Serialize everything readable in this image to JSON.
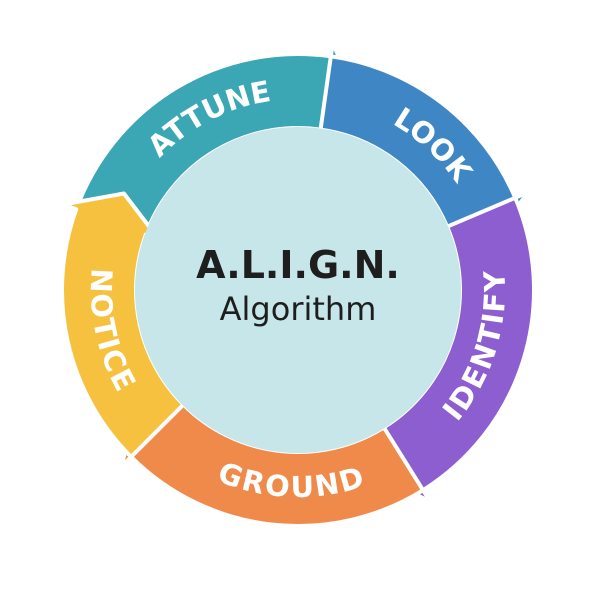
{
  "center": {
    "title": "A.L.I.G.N.",
    "subtitle": "Algorithm",
    "fill": "#c6e6ea"
  },
  "steps": [
    {
      "label": "ATTUNE",
      "color": "#3ba7b4",
      "start": 200,
      "end": 278,
      "labelAngle": 243,
      "reverse": false
    },
    {
      "label": "LOOK",
      "color": "#3f87c4",
      "start": 278,
      "end": 337,
      "labelAngle": 313,
      "reverse": false
    },
    {
      "label": "IDENTIFY",
      "color": "#8d5ed0",
      "start": 337,
      "end": 418,
      "labelAngle": 377,
      "reverse": true
    },
    {
      "label": "GROUND",
      "color": "#ef8a4a",
      "start": 58,
      "end": 135,
      "labelAngle": 92,
      "reverse": true
    },
    {
      "label": "NOTICE",
      "color": "#f5c13f",
      "start": 135,
      "end": 200,
      "labelAngle": 168,
      "reverse": true
    }
  ]
}
